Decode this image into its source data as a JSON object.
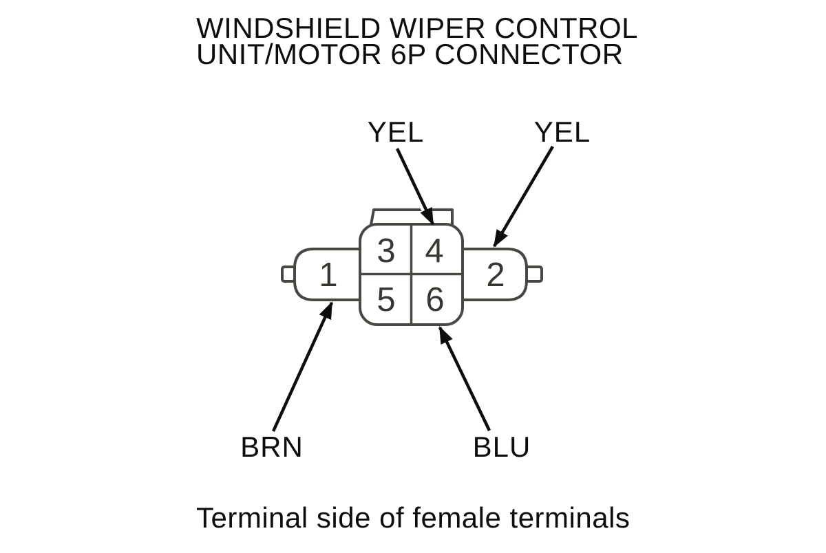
{
  "title": {
    "line1": "WINDSHIELD WIPER CONTROL",
    "line2": "UNIT/MOTOR 6P CONNECTOR"
  },
  "caption": "Terminal side of female terminals",
  "connector": {
    "pin_count_label": "6P",
    "terminals": [
      "1",
      "2",
      "3",
      "4",
      "5",
      "6"
    ]
  },
  "wire_labels": [
    {
      "text": "YEL",
      "points_to": "terminal-4"
    },
    {
      "text": "YEL",
      "points_to": "terminal-2"
    },
    {
      "text": "BRN",
      "points_to": "terminal-1"
    },
    {
      "text": "BLU",
      "points_to": "terminal-6"
    }
  ],
  "colors": {
    "background": "#ffffff",
    "connector_outline": "#4a4742",
    "terminal_digits": "#3a3733",
    "labels_and_arrows": "#0d0d0d"
  }
}
